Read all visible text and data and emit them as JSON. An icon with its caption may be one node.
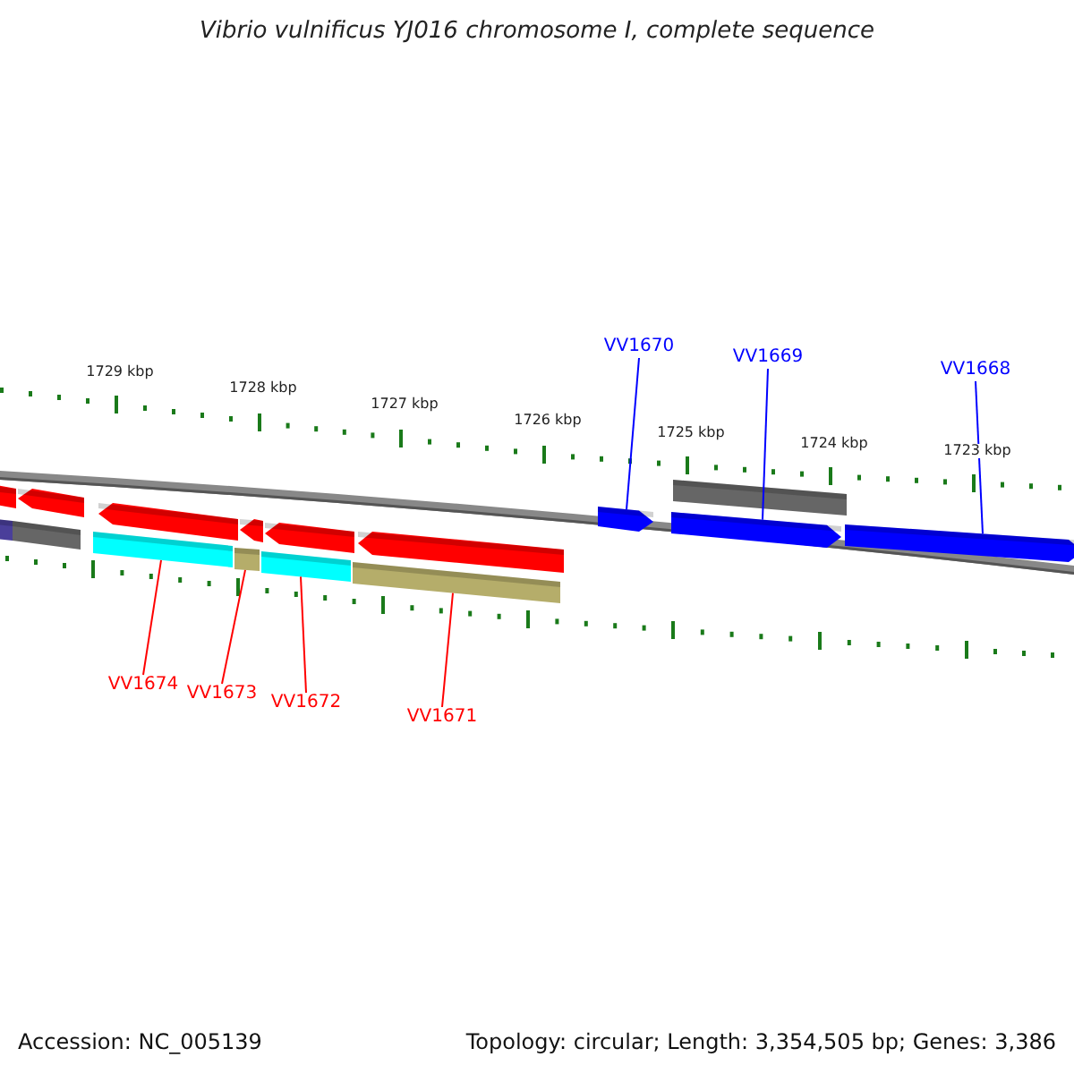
{
  "diagram": {
    "title": "Vibrio vulnificus YJ016 chromosome I, complete sequence",
    "nodes": [
      {
        "text": [
          "VV1670"
        ]
      },
      {
        "text": [
          "VV1669"
        ]
      },
      {
        "text": [
          "VV1668"
        ]
      },
      {
        "text": [
          "VV1674"
        ]
      },
      {
        "text": [
          "VV1673"
        ]
      },
      {
        "text": [
          "VV1672"
        ]
      },
      {
        "text": [
          "VV1671"
        ]
      },
      {
        "text": [],
        "shape": "arrow"
      },
      {
        "text": [],
        "shape": "arrow"
      },
      {
        "text": [],
        "shape": "arrow"
      },
      {
        "text": [],
        "shape": "bar"
      },
      {
        "text": [],
        "shape": "bar"
      },
      {
        "text": [],
        "shape": "bar"
      },
      {
        "text": [],
        "shape": "bar"
      }
    ],
    "edges": [
      {
        "from": 0,
        "to": 7,
        "arrow": "none",
        "color": "#0000ff"
      },
      {
        "from": 1,
        "to": 8,
        "arrow": "none",
        "color": "#0000ff"
      },
      {
        "from": 2,
        "to": 9,
        "arrow": "none",
        "color": "#0000ff"
      },
      {
        "from": 3,
        "to": 10,
        "arrow": "none"
      },
      {
        "from": 4,
        "to": 11,
        "arrow": "none"
      },
      {
        "from": 5,
        "to": 12,
        "arrow": "none"
      },
      {
        "from": 6,
        "to": 13,
        "arrow": "none"
      }
    ],
    "labels": [
      "1729 kbp",
      "1728 kbp",
      "1727 kbp",
      "1726 kbp",
      "1725 kbp",
      "1724 kbp",
      "1723 kbp",
      "Accession: NC_005139",
      "Topology: circular; Length: 3,354,505 bp; Genes: 3,386"
    ]
  }
}
